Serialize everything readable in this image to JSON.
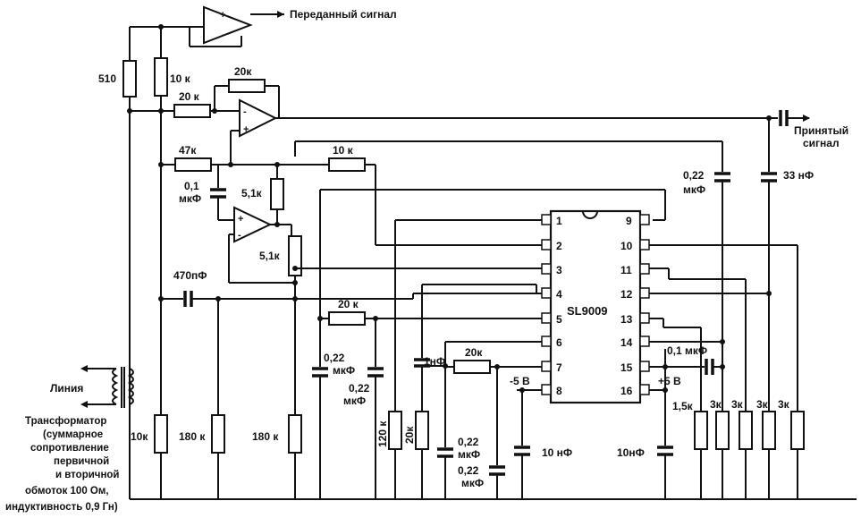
{
  "labels": {
    "tx_signal": "Переданный сигнал",
    "rx_signal_1": "Принятый",
    "rx_signal_2": "сигнал",
    "line": "Линия",
    "transformer_1": "Трансформатор",
    "transformer_2": "(суммарное",
    "transformer_3": "сопротивление",
    "transformer_4": "первичной",
    "transformer_5": "и вторичной",
    "transformer_6": "обмоток 100 Ом,",
    "transformer_7": "индуктивность 0,9 Гн)",
    "chip_name": "SL9009",
    "minus5v": "-5 В",
    "plus5v": "+5 В"
  },
  "components": {
    "r510": "510",
    "r10k_top": "10 к",
    "r20k_fb": "20к",
    "r20k_in": "20 к",
    "r47k": "47к",
    "r10k_mid": "10 к",
    "c01_a": "0,1",
    "c01_b": "мкФ",
    "r51k_a": "5,1к",
    "r51k_b": "5,1к",
    "c470p": "470пФ",
    "r20k_pin5": "20 к",
    "c022_a1": "0,22",
    "c022_a2": "мкФ",
    "c022_b1": "0,22",
    "c022_b2": "мкФ",
    "r10k_bot": "10к",
    "r180k_a": "180 к",
    "r180k_b": "180 к",
    "r120k": "120 к",
    "r20k_v": "20к",
    "c1n": "1нФ",
    "r20k_pin7": "20к",
    "c022_c1": "0,22",
    "c022_c2": "мкФ",
    "c022_d1": "0,22",
    "c022_d2": "мкФ",
    "c10n_a": "10 нФ",
    "c10n_b": "10нФ",
    "c022_top1": "0,22",
    "c022_top2": "мкФ",
    "c33n": "33 нФ",
    "c01_pin15": "0,1 мкФ",
    "r15k": "1,5к",
    "r3k_a": "3к",
    "r3k_b": "3к",
    "r3k_c": "3к",
    "r3k_d": "3к"
  },
  "pins_left": [
    "1",
    "2",
    "3",
    "4",
    "5",
    "6",
    "7",
    "8"
  ],
  "pins_right": [
    "9",
    "10",
    "11",
    "12",
    "13",
    "14",
    "15",
    "16"
  ],
  "amp_signs": {
    "plus": "+",
    "minus": "-"
  }
}
